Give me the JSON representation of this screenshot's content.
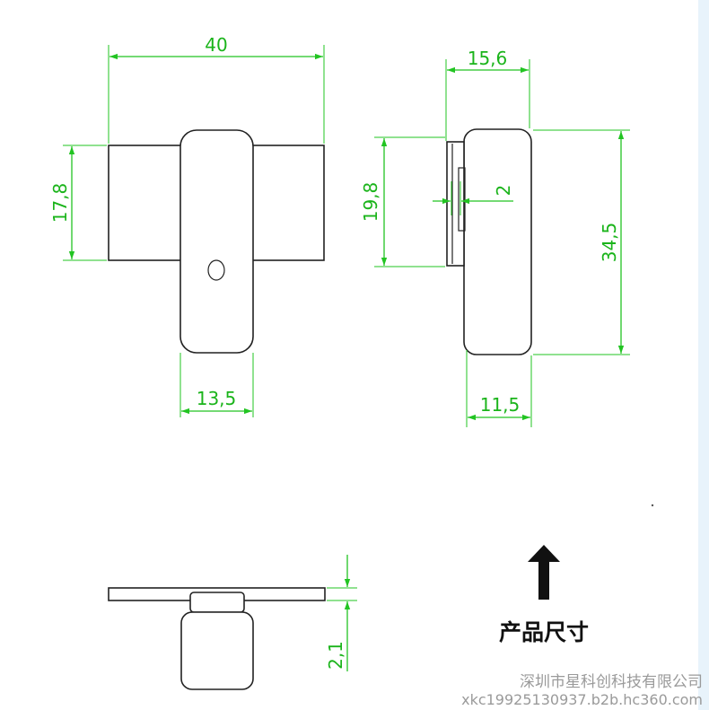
{
  "dimensions": {
    "top_width": "40",
    "top_height": "17,8",
    "stem_width": "13,5",
    "side_top_width": "15,6",
    "side_flange_height": "19,8",
    "side_small_gap": "2",
    "side_total_height": "34,5",
    "side_body_width": "11,5",
    "bottom_height": "2,1"
  },
  "caption": "产品尺寸",
  "watermark": {
    "company": "深圳市星科创科技有限公司",
    "site": "xkc19925130937.b2b.hc360.com"
  },
  "colors": {
    "dimension": "#22c422",
    "outline": "#222222"
  }
}
